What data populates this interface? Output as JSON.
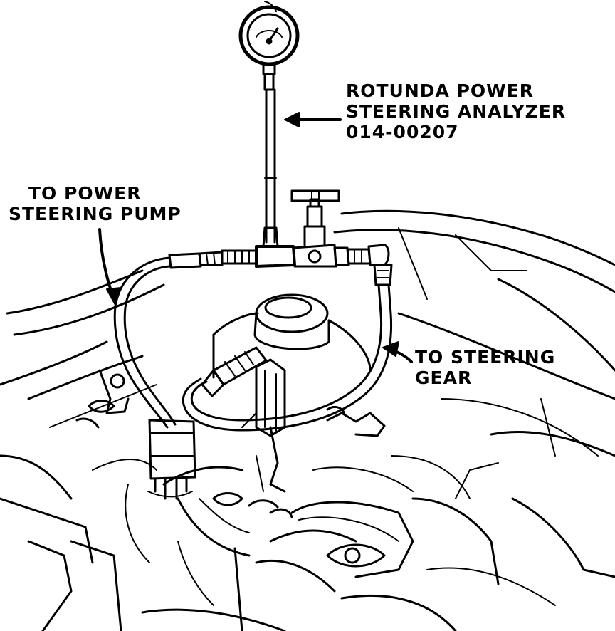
{
  "labels": {
    "analyzer": {
      "line1": "ROTUNDA POWER",
      "line2": "STEERING ANALYZER",
      "line3": "014-00207"
    },
    "pump": {
      "line1": "TO POWER",
      "line2": "STEERING PUMP"
    },
    "gear": {
      "line1": "TO STEERING",
      "line2": "GEAR"
    }
  },
  "colors": {
    "ink": "#000000",
    "paper": "#ffffff"
  }
}
